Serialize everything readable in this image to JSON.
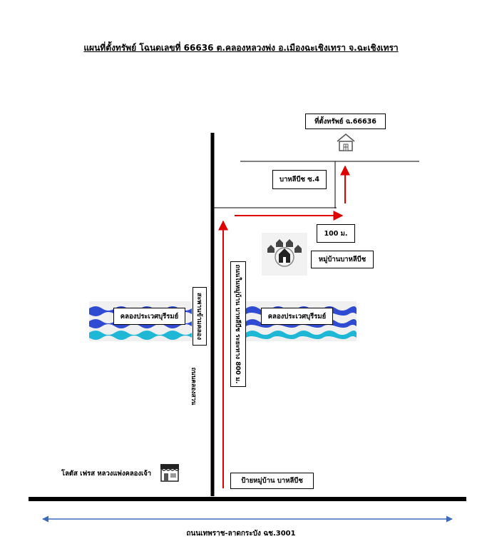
{
  "title": "แผนที่ตั้งทรัพย์ โฉนดเลขที่ 66636 ต.คลองหลวงพ่ง อ.เมืองฉะเชิงเทรา จ.ฉะเชิงเทรา",
  "labels": {
    "property": "ที่ตั้งทรัพย์ ฉ.66636",
    "soi": "บาหลีบีช ซ.4",
    "distance_100": "100 ม.",
    "village": "หมู่บ้านบาหลีบีช",
    "canal_left": "คลองประเวศบุรีรมย์",
    "canal_right": "คลองประเวศบุรีรมย์",
    "bridge": "สะพานข้ามคลอง",
    "road_side": "ถนนคลองสวน",
    "village_road": "ถนนในหมู่บ้าน บาหลีบีช ระยะทาง 800 ม.",
    "village_sign": "ป้ายหมู่บ้าน บาหลีบีช",
    "lotus": "โลตัส เฟรส หลวงแพ่งคลองเจ้า",
    "main_road": "ถนนเทพราช-ลาดกระบัง ฉช.3001"
  },
  "icons": {
    "property": "house-icon",
    "village": "village-icon",
    "lotus": "store-icon"
  },
  "colors": {
    "arrow": "#e00000",
    "road": "#000000",
    "wave_dark": "#2f4bd1",
    "wave_light": "#1fb7d6",
    "dimension_line": "#3a6ab8"
  }
}
